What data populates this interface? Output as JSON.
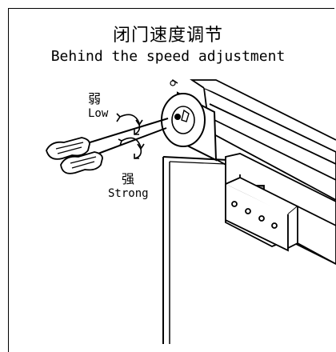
{
  "title": {
    "chinese": "闭门速度调节",
    "english": "Behind the speed adjustment"
  },
  "labels": {
    "weak_cn": "弱",
    "weak_en": "Low",
    "strong_cn": "强",
    "strong_en": "Strong"
  }
}
